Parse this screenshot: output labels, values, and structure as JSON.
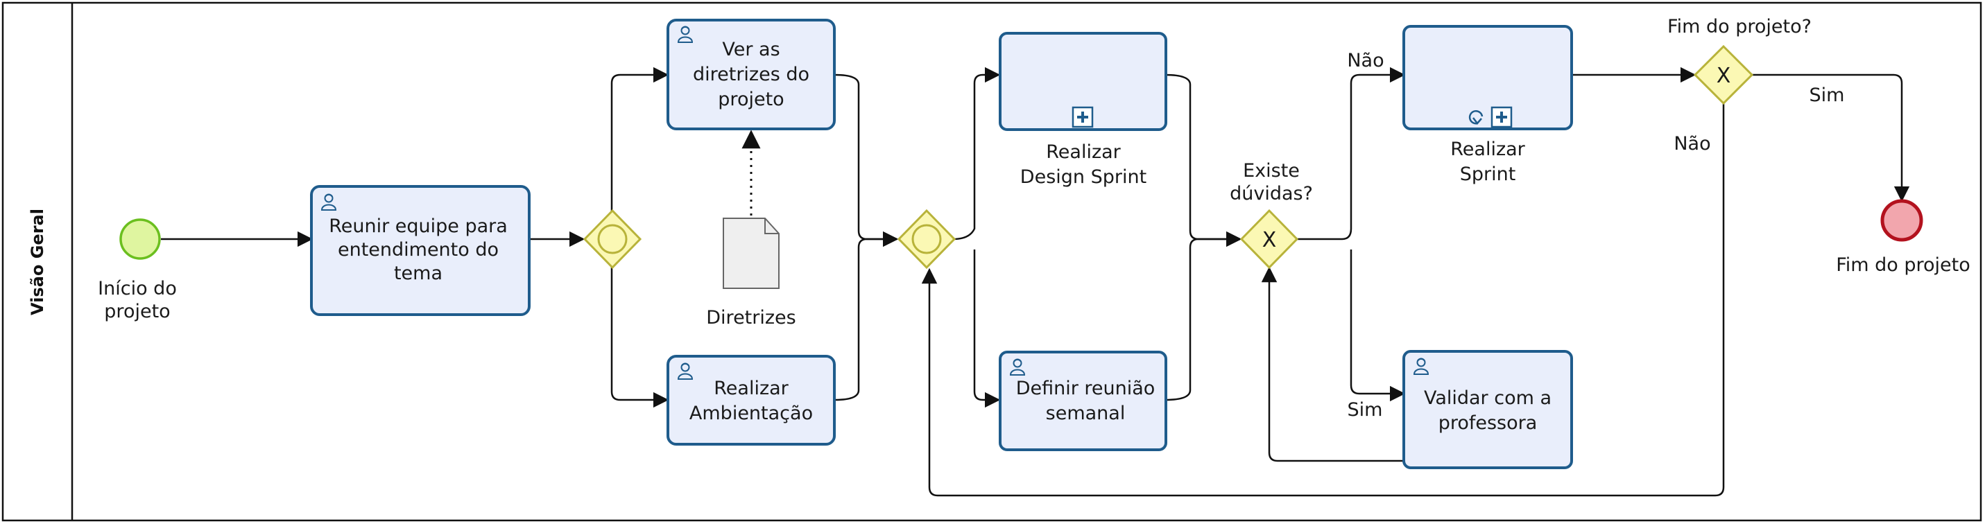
{
  "lane": {
    "title": "Visão Geral"
  },
  "events": {
    "start": "Início do projeto",
    "end": "Fim do projeto"
  },
  "tasks": {
    "reunir": [
      "Reunir equipe para",
      "entendimento do",
      "tema"
    ],
    "diretrizes": [
      "Ver as",
      "diretrizes do",
      "projeto"
    ],
    "ambientacao": [
      "Realizar",
      "Ambientação"
    ],
    "design_sprint": [
      "Realizar",
      "Design Sprint"
    ],
    "reuniao": [
      "Definir reunião",
      "semanal"
    ],
    "sprint": [
      "Realizar",
      "Sprint"
    ],
    "validar": [
      "Validar com a",
      "professora"
    ]
  },
  "data_object": {
    "label": "Diretrizes"
  },
  "gateways": {
    "duvidas": [
      "Existe",
      "dúvidas?"
    ],
    "fim": "Fim do projeto?",
    "marker": "X"
  },
  "flow_labels": {
    "nao_1": "Não",
    "sim_1": "Sim",
    "sim_2": "Sim",
    "nao_2": "Não"
  },
  "colors": {
    "task_fill": "#e9eefb",
    "task_stroke": "#1f5c8c",
    "start_fill": "#dff5a0",
    "start_stroke": "#6bbf1f",
    "end_fill": "#f2a6ad",
    "end_stroke": "#b3121e",
    "gateway_fill": "#fbf8b4",
    "gateway_stroke": "#b8b33a"
  },
  "icons": [
    "user-task-icon",
    "subprocess-marker-icon",
    "loop-marker-icon",
    "document-icon"
  ]
}
